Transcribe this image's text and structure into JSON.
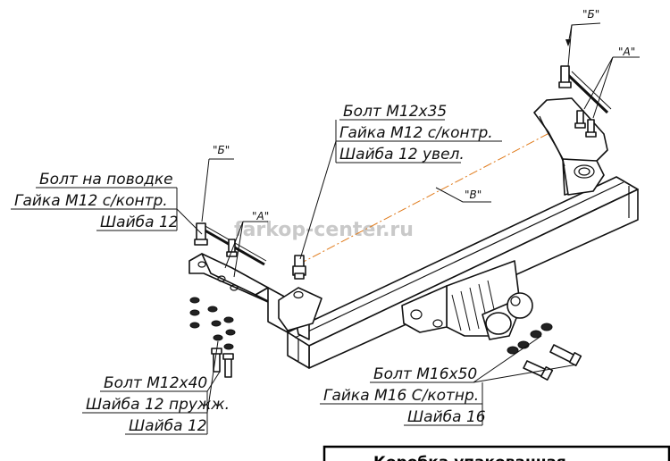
{
  "watermark": "farkop-center.ru",
  "callouts": {
    "left_group": [
      "Болт на поводке",
      "Гайка М12 с/контр.",
      "Шайба 12"
    ],
    "center_group": [
      "Болт М12х35",
      "Гайка М12 с/контр.",
      "Шайба 12 увел."
    ],
    "bottom_left_group": [
      "Болт М12х40",
      "Шайба 12 пружж.",
      "Шайба 12"
    ],
    "bottom_right_group": [
      "Болт М16х50",
      "Гайка М16 С/котнр.",
      "Шайба 16"
    ]
  },
  "markers": {
    "b_top": "\"Б\"",
    "a_top": "\"А\"",
    "b_left": "\"Б\"",
    "a_left": "\"А\"",
    "v_mid": "\"В\""
  },
  "box_title": "Коробка упакованная"
}
